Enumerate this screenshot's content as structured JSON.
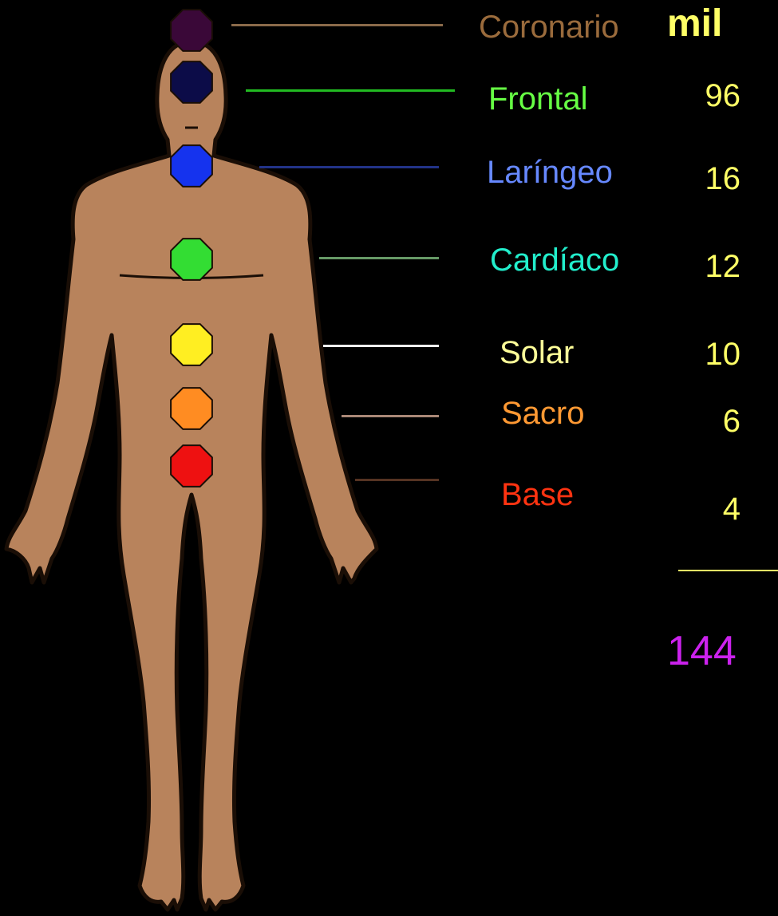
{
  "unit_label": "mil",
  "chakras": [
    {
      "id": "coronario",
      "label": "Coronario",
      "value": "",
      "label_color": "#9a6b3c",
      "dot_color": "#3a0838",
      "line_color": "#8a6a4a"
    },
    {
      "id": "frontal",
      "label": "Frontal",
      "value": "96",
      "label_color": "#66ff44",
      "dot_color": "#0c0c48",
      "line_color": "#22bb22"
    },
    {
      "id": "laringeo",
      "label": "Laríngeo",
      "value": "16",
      "label_color": "#6688ff",
      "dot_color": "#1533ee",
      "line_color": "#223388"
    },
    {
      "id": "cardiaco",
      "label": "Cardíaco",
      "value": "12",
      "label_color": "#22eecc",
      "dot_color": "#33dd33",
      "line_color": "#669966"
    },
    {
      "id": "solar",
      "label": "Solar",
      "value": "10",
      "label_color": "#ffff99",
      "dot_color": "#ffee22",
      "line_color": "#eeeeee"
    },
    {
      "id": "sacro",
      "label": "Sacro",
      "value": "6",
      "label_color": "#ff9933",
      "dot_color": "#ff8c22",
      "line_color": "#aa8877"
    },
    {
      "id": "base",
      "label": "Base",
      "value": "4",
      "label_color": "#ff3311",
      "dot_color": "#ee1111",
      "line_color": "#553322"
    }
  ],
  "total": "144",
  "colors": {
    "background": "#000000",
    "skin": "#b8835c",
    "outline": "#1a0e06",
    "sum_line": "#ffff66"
  }
}
